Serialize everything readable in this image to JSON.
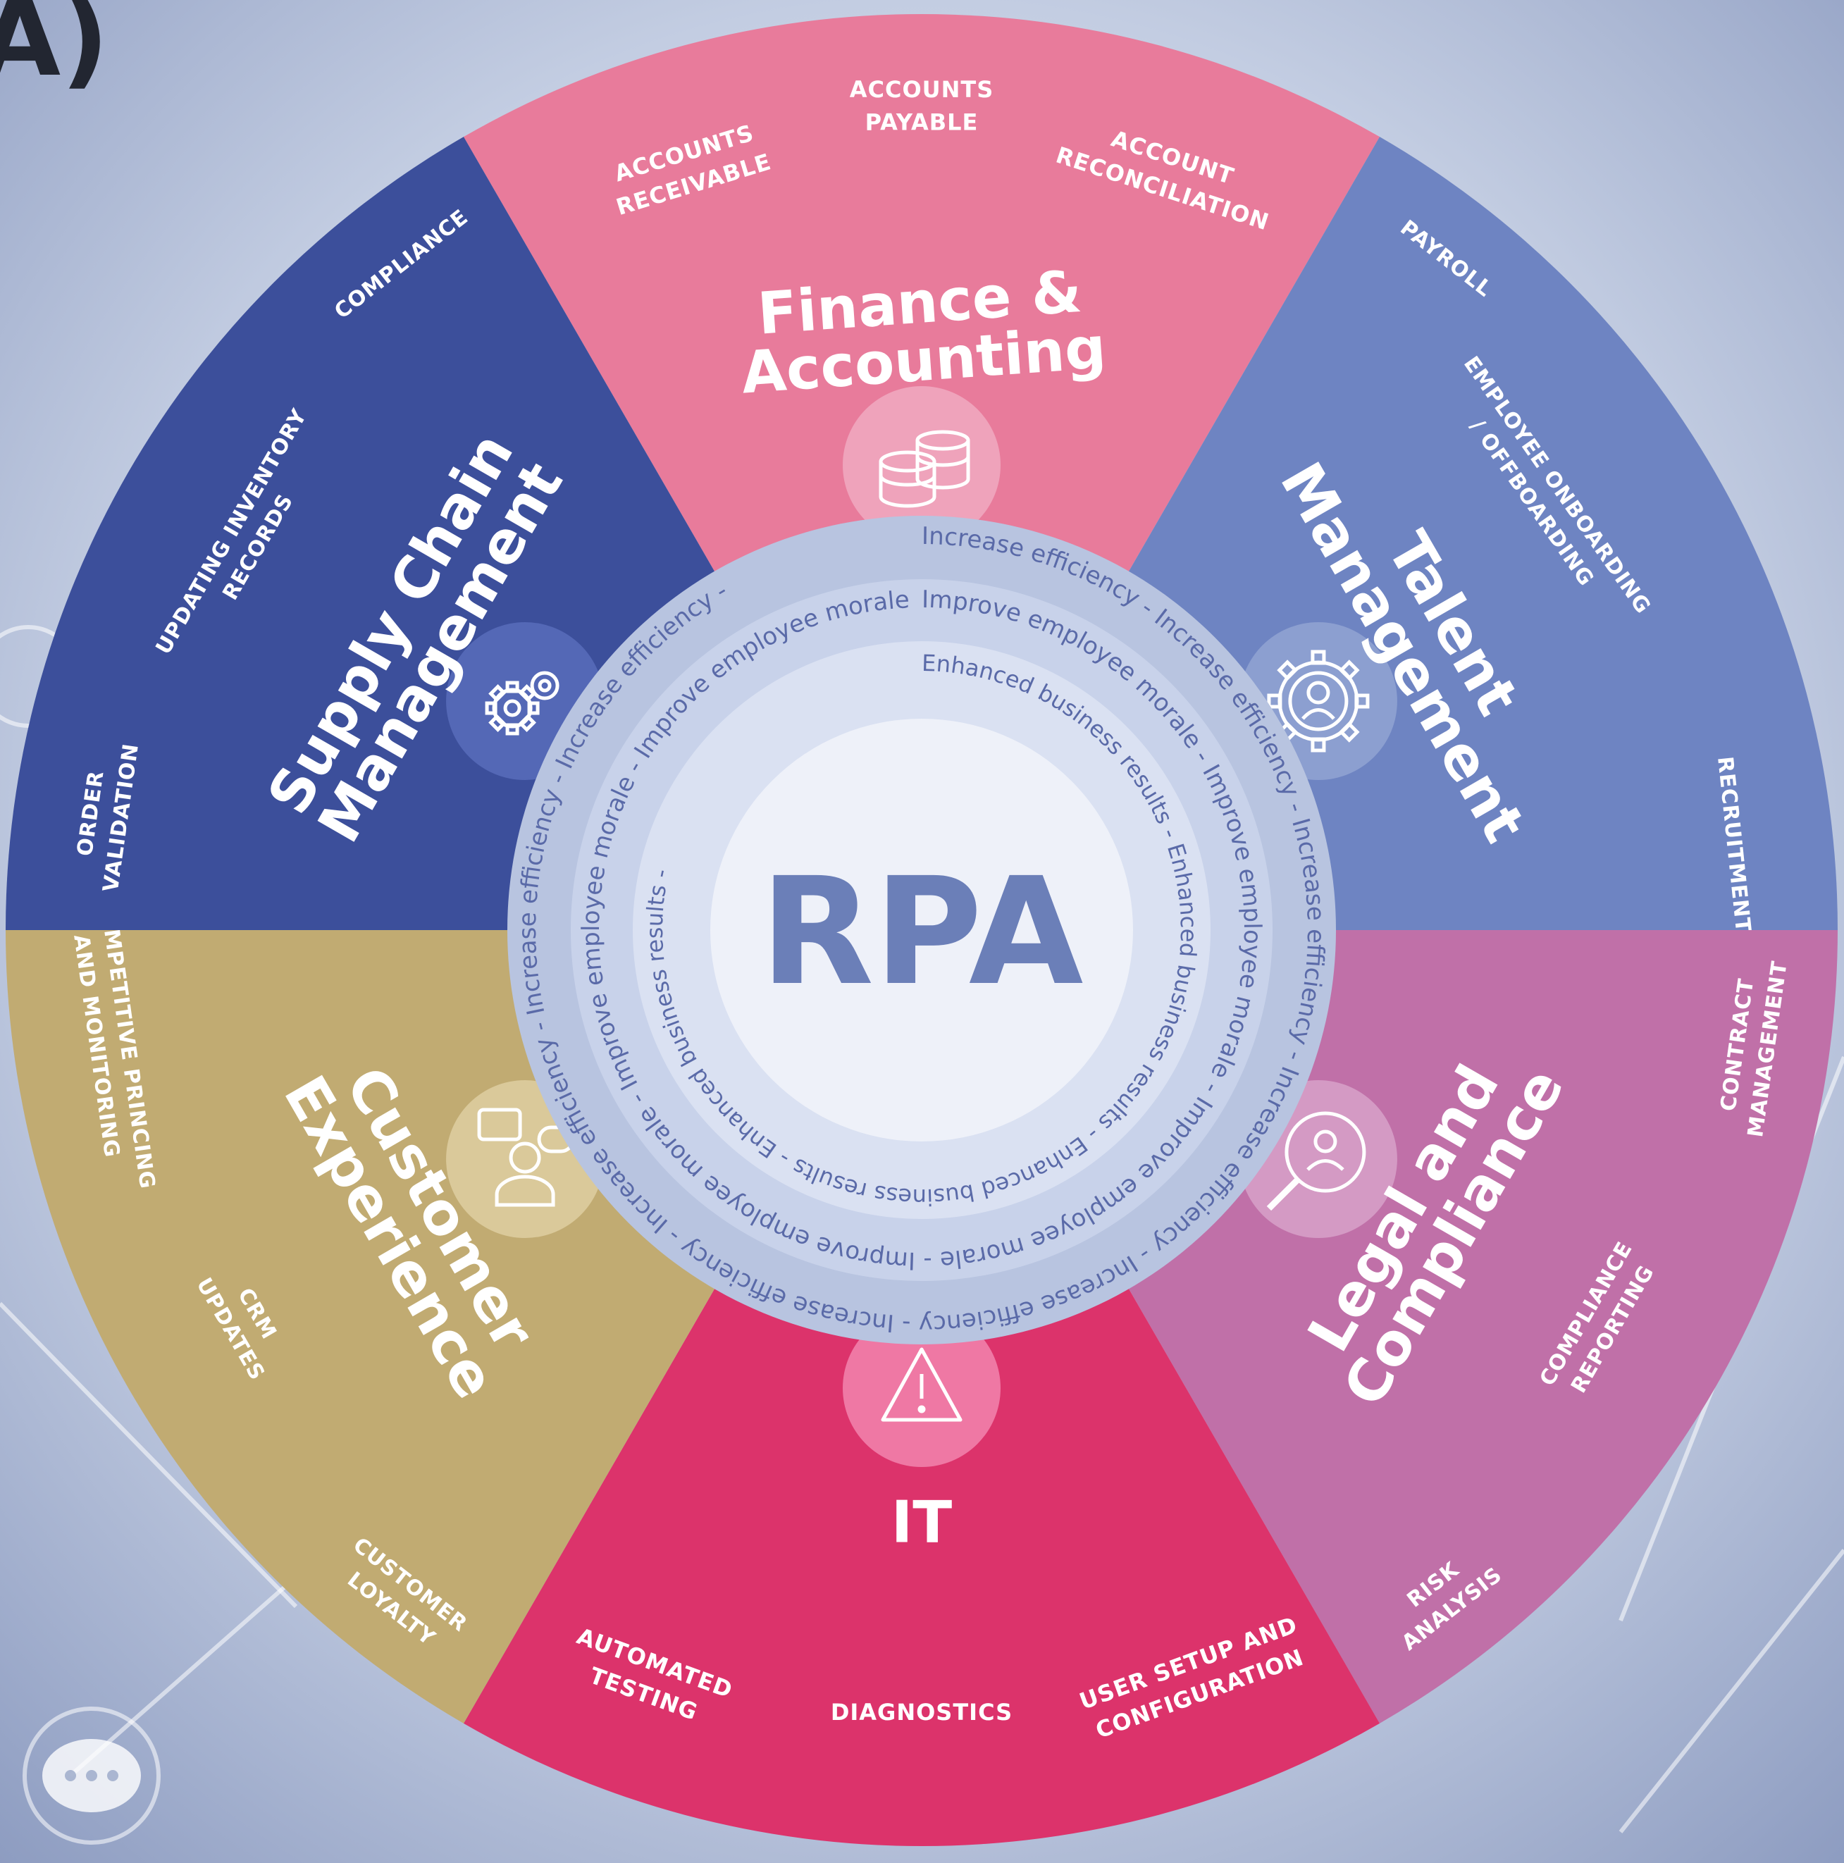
{
  "corner_label": "A)",
  "center": {
    "label": "RPA"
  },
  "rings": {
    "outer_phrase": "Increase efficiency",
    "middle_phrase": "Improve employee morale",
    "inner_phrase": "Enhanced business results",
    "separator": "-"
  },
  "segments": [
    {
      "id": "finance",
      "title_lines": [
        "Finance &",
        "Accounting"
      ],
      "color": "#e87b9b",
      "icon_bg": "#efa3bb",
      "icon": "coins-stack-icon",
      "items": [
        {
          "lines": [
            "ACCOUNTS",
            "RECEIVABLE"
          ]
        },
        {
          "lines": [
            "ACCOUNTS",
            "PAYABLE"
          ]
        },
        {
          "lines": [
            "ACCOUNT",
            "RECONCILIATION"
          ]
        }
      ]
    },
    {
      "id": "talent",
      "title_lines": [
        "Talent",
        "Management"
      ],
      "color": "#6e84c2",
      "icon_bg": "#8c9fd0",
      "icon": "gear-person-icon",
      "items": [
        {
          "lines": [
            "PAYROLL"
          ]
        },
        {
          "lines": [
            "EMPLOYEE ONBOARDING",
            "/ OFFBOARDING"
          ]
        },
        {
          "lines": [
            "RECRUITMENT"
          ]
        }
      ]
    },
    {
      "id": "legal",
      "title_lines": [
        "Legal and",
        "Compliance"
      ],
      "color": "#c070a8",
      "icon_bg": "#d49ac4",
      "icon": "magnifier-person-icon",
      "items": [
        {
          "lines": [
            "CONTRACT",
            "MANAGEMENT"
          ]
        },
        {
          "lines": [
            "COMPLIANCE",
            "REPORTING"
          ]
        },
        {
          "lines": [
            "RISK",
            "ANALYSIS"
          ]
        }
      ]
    },
    {
      "id": "it",
      "title_lines": [
        "IT"
      ],
      "color": "#dc336b",
      "icon_bg": "#ef78a4",
      "icon": "warning-triangle-icon",
      "items": [
        {
          "lines": [
            "USER SETUP AND",
            "CONFIGURATION"
          ]
        },
        {
          "lines": [
            "DIAGNOSTICS"
          ]
        },
        {
          "lines": [
            "AUTOMATED",
            "TESTING"
          ]
        }
      ]
    },
    {
      "id": "customer",
      "title_lines": [
        "Customer",
        "Experience"
      ],
      "color": "#c1ab72",
      "icon_bg": "#dac99a",
      "icon": "chat-person-icon",
      "items": [
        {
          "lines": [
            "CUSTOMER",
            "LOYALTY"
          ]
        },
        {
          "lines": [
            "CRM",
            "UPDATES"
          ]
        },
        {
          "lines": [
            "COMPETITIVE PRINCING",
            "AND MONITORING"
          ]
        }
      ]
    },
    {
      "id": "supply",
      "title_lines": [
        "Supply Chain",
        "Management"
      ],
      "color": "#3c4f9b",
      "icon_bg": "#5468b6",
      "icon": "gears-icon",
      "items": [
        {
          "lines": [
            "ORDER",
            "VALIDATION"
          ]
        },
        {
          "lines": [
            "UPDATING INVENTORY",
            "RECORDS"
          ]
        },
        {
          "lines": [
            "COMPLIANCE"
          ]
        }
      ]
    }
  ]
}
